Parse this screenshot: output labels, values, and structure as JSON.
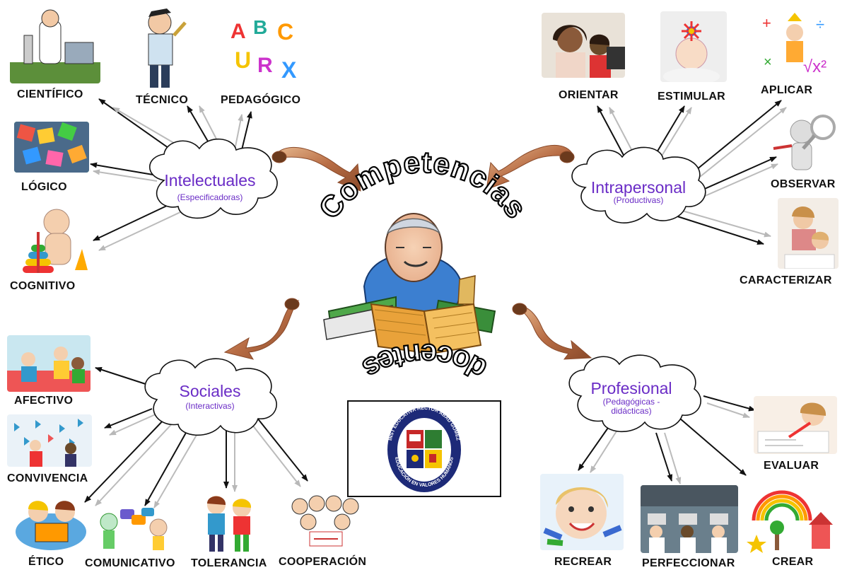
{
  "title_top": "Competencias",
  "title_bottom": "docentes",
  "groups": {
    "intelectuales": {
      "title": "Intelectuales",
      "subtitle": "(Especificadoras)",
      "items": [
        "CIENTÍFICO",
        "TÉCNICO",
        "PEDAGÓGICO",
        "LÓGICO",
        "COGNITIVO"
      ]
    },
    "intrapersonal": {
      "title": "Intrapersonal",
      "subtitle": "(Productivas)",
      "items": [
        "ORIENTAR",
        "ESTIMULAR",
        "APLICAR",
        "OBSERVAR",
        "CARACTERIZAR"
      ]
    },
    "sociales": {
      "title": "Sociales",
      "subtitle": "(Interactivas)",
      "items": [
        "AFECTIVO",
        "CONVIVENCIA",
        "ÉTICO",
        "COMUNICATIVO",
        "TOLERANCIA",
        "COOPERACIÓN"
      ]
    },
    "profesional": {
      "title": "Profesional",
      "subtitle_line1": "(Pedagógicas -",
      "subtitle_line2": "didácticas)",
      "items": [
        "EVALUAR",
        "RECREAR",
        "PERFECCIONAR",
        "CREAR"
      ]
    }
  },
  "logo": {
    "ring_text": "INST EDUCATIVA HÉCTOR ABAD GÓMEZ",
    "motto": "EDUCACIÓN EN VALORES HUMANOS"
  },
  "colors": {
    "cloud_text": "#6a2cc6",
    "arrow_dark": "#111111",
    "arrow_light": "#b8b8b8",
    "curved_arrow": "#c8825a",
    "logo_navy": "#1d2a78"
  }
}
